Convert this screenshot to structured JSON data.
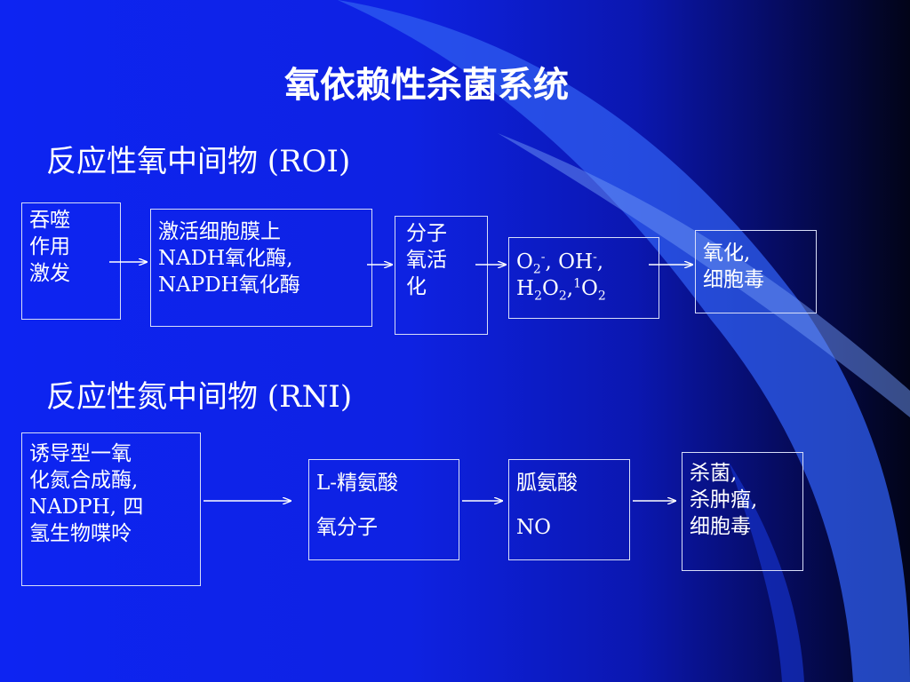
{
  "title": "氧依赖性杀菌系统",
  "roi": {
    "heading": "反应性氧中间物 (ROI)",
    "node1": {
      "lines": [
        "吞噬",
        "作用",
        "激发"
      ]
    },
    "node2": {
      "lines": [
        "激活细胞膜上",
        "NADH氧化酶,",
        "NAPDH氧化酶"
      ]
    },
    "node3": {
      "lines": [
        "分子",
        "氧活",
        "化"
      ]
    },
    "node4": {
      "text": "O2-, OH-, H2O2,1O2"
    },
    "node5": {
      "lines": [
        "氧化,",
        "细胞毒"
      ]
    }
  },
  "rni": {
    "heading": "反应性氮中间物 (RNI)",
    "node1": {
      "lines": [
        "诱导型一氧",
        "化氮合成酶,",
        "NADPH, 四",
        "氢生物喋呤"
      ]
    },
    "node2": {
      "lines": [
        "L-精氨酸",
        "氧分子"
      ]
    },
    "node3": {
      "lines": [
        "胍氨酸",
        "NO"
      ]
    },
    "node4": {
      "lines": [
        "杀菌,",
        "杀肿瘤,",
        "细胞毒"
      ]
    }
  },
  "colors": {
    "background": "#0d24f2",
    "accent": "#3a6cf0",
    "text": "#ffffff",
    "line": "#ffffff"
  }
}
